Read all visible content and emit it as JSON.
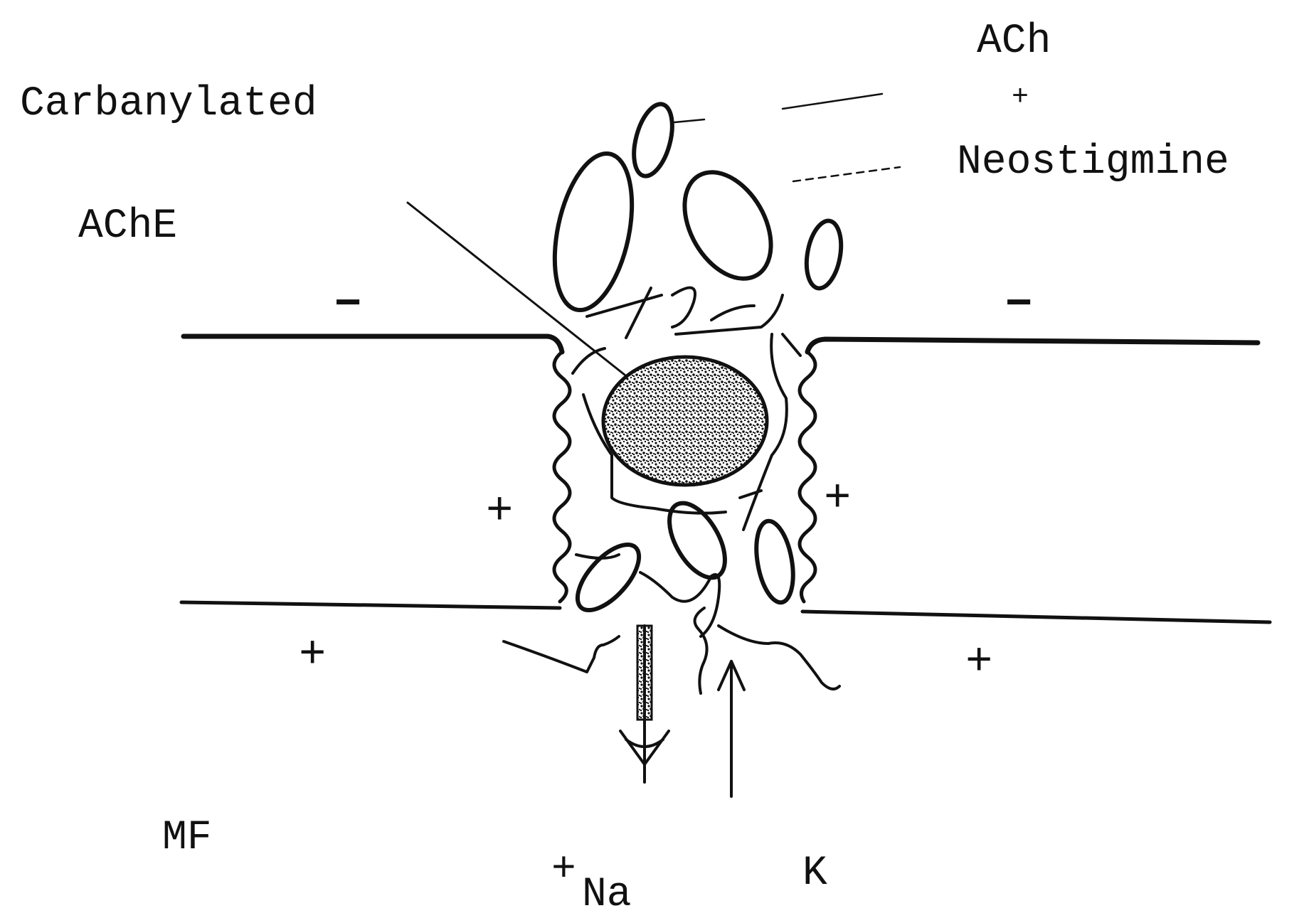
{
  "labels": {
    "carbanylated": "Carbanylated",
    "ache": "AChE",
    "ach": "ACh",
    "plus_small": "+",
    "neostigmine": "Neostigmine",
    "mf": "MF",
    "na_plus": "+",
    "na": "Na",
    "k": "K"
  },
  "charges": {
    "outer_left": "−",
    "outer_right": "−",
    "cleft_left": "+",
    "cleft_right": "+",
    "inner_left": "+",
    "inner_right": "+"
  },
  "colors": {
    "ink": "#111111",
    "background": "#ffffff"
  }
}
